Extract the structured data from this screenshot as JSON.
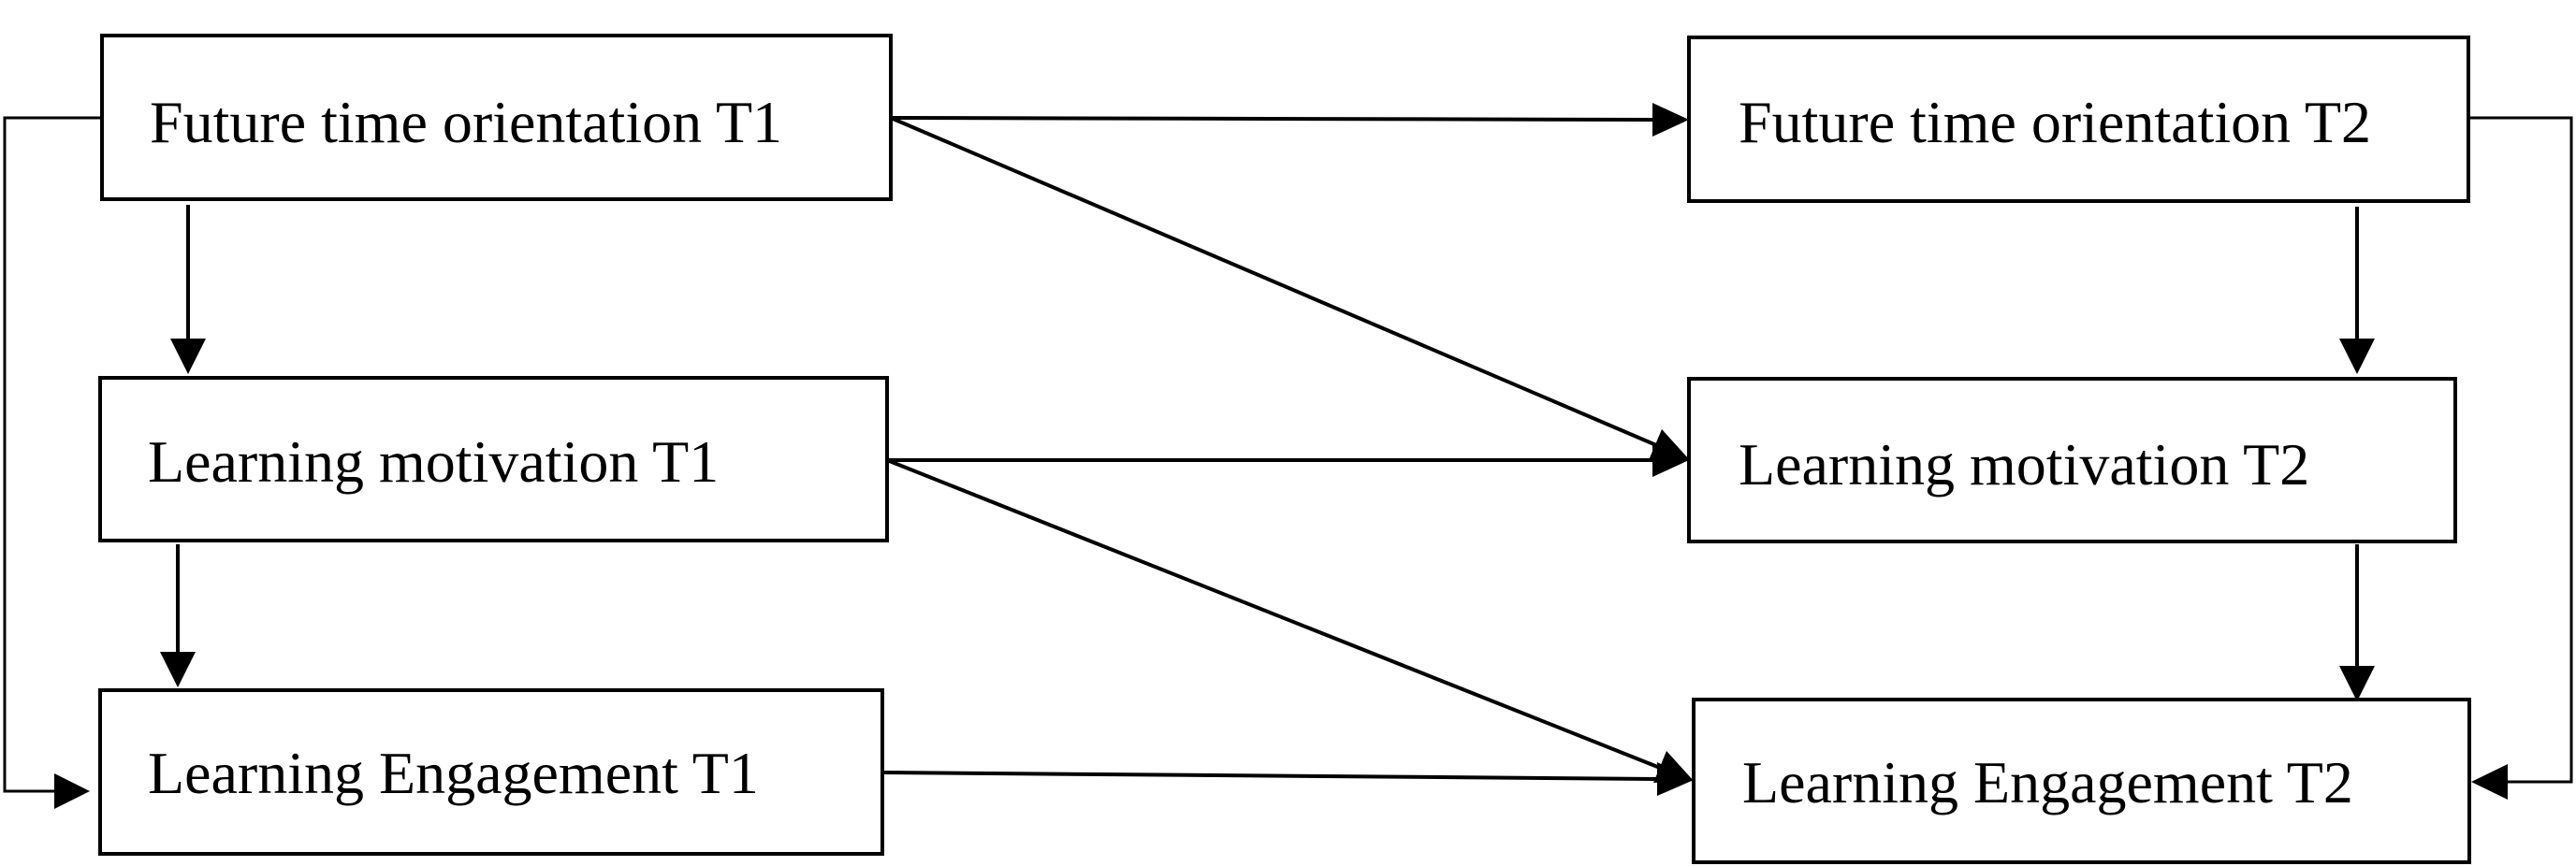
{
  "nodes": {
    "fto_t1": "Future time orientation T1",
    "lm_t1": "Learning motivation T1",
    "le_t1": "Learning Engagement T1",
    "fto_t2": "Future time orientation T2",
    "lm_t2": "Learning motivation T2",
    "le_t2": "Learning Engagement T2"
  }
}
